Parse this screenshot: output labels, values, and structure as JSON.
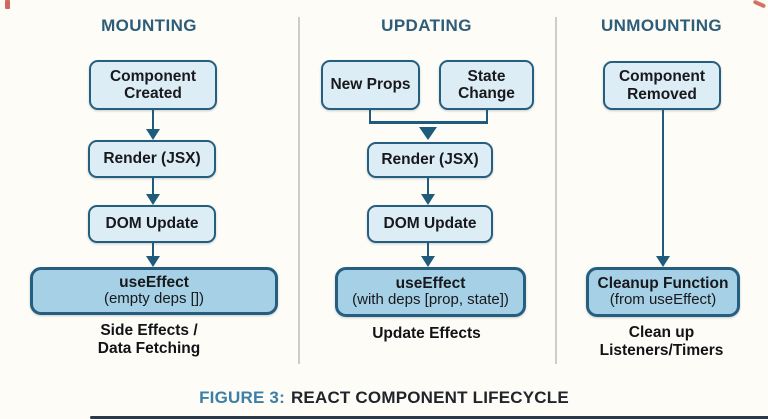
{
  "figure": {
    "caption_prefix": "FIGURE 3:",
    "caption_title": "REACT COMPONENT LIFECYCLE"
  },
  "mounting": {
    "header": "MOUNTING",
    "box_component_created": "Component Created",
    "box_render": "Render (JSX)",
    "box_dom_update": "DOM Update",
    "effect_title": "useEffect",
    "effect_detail": "(empty deps [])",
    "footnote_line1": "Side Effects /",
    "footnote_line2": "Data Fetching"
  },
  "updating": {
    "header": "UPDATING",
    "box_new_props": "New Props",
    "box_state_change": "State Change",
    "box_render": "Render (JSX)",
    "box_dom_update": "DOM Update",
    "effect_title": "useEffect",
    "effect_detail": "(with deps [prop, state])",
    "footnote_line1": "Update Effects"
  },
  "unmounting": {
    "header": "UNMOUNTING",
    "box_component_removed": "Component Removed",
    "effect_title": "Cleanup Function",
    "effect_detail": "(from useEffect)",
    "footnote_line1": "Clean up",
    "footnote_line2": "Listeners/Timers"
  },
  "colors": {
    "background": "#fdfcf7",
    "header_text": "#2d5d79",
    "box_fill_light": "#ddedf6",
    "box_fill_highlight": "#a6d0e6",
    "box_border": "#265e80",
    "arrow": "#1e5b7d",
    "caption_accent": "#3c7ea6",
    "caption_text": "#20252b"
  }
}
